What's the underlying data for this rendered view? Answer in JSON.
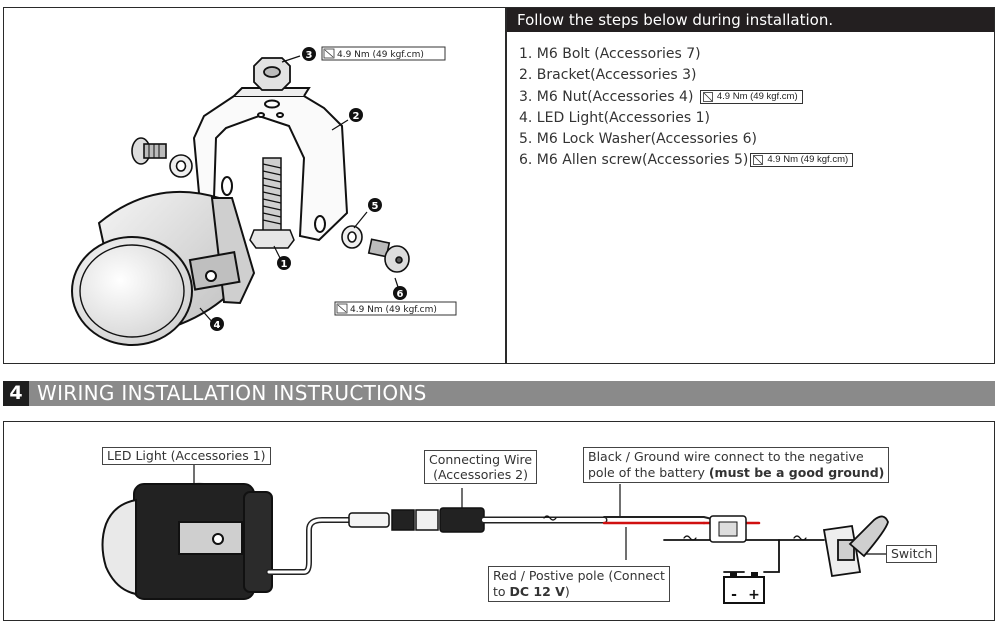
{
  "assembly": {
    "callouts": [
      {
        "num": "1",
        "name": "bolt"
      },
      {
        "num": "2",
        "name": "bracket"
      },
      {
        "num": "3",
        "name": "nut"
      },
      {
        "num": "4",
        "name": "led-light"
      },
      {
        "num": "5",
        "name": "lock-washer"
      },
      {
        "num": "6",
        "name": "allen-screw"
      }
    ],
    "torque_top": "4.9 Nm (49 kgf.cm)",
    "torque_bottom": "4.9 Nm (49 kgf.cm)"
  },
  "steps": {
    "header": "Follow the steps below during installation.",
    "items": [
      {
        "text": "1. M6 Bolt (Accessories 7)",
        "torque": ""
      },
      {
        "text": "2. Bracket(Accessories 3)",
        "torque": ""
      },
      {
        "text": "3. M6 Nut(Accessories 4)",
        "torque": "4.9 Nm (49 kgf.cm)"
      },
      {
        "text": "4. LED Light(Accessories 1)",
        "torque": ""
      },
      {
        "text": "5. M6 Lock Washer(Accessories 6)",
        "torque": ""
      },
      {
        "text": "6. M6 Allen screw(Accessories 5)",
        "torque": "4.9 Nm (49 kgf.cm)"
      }
    ]
  },
  "section": {
    "number": "4",
    "title": "WIRING INSTALLATION INSTRUCTIONS"
  },
  "wiring": {
    "led_label": "LED Light  (Accessories 1)",
    "wire_label_line1": "Connecting Wire",
    "wire_label_line2": "(Accessories 2)",
    "ground_line1": "Black / Ground wire connect to the negative",
    "ground_line2_normal": "pole of the battery ",
    "ground_line2_bold": "(must be a good ground)",
    "red_line1": "Red / Postive pole (Connect",
    "red_line2_normal": "to ",
    "red_line2_bold": "DC 12 V",
    "red_line2_end": ")",
    "switch_label": "Switch",
    "battery_minus": "-",
    "battery_plus": "+"
  },
  "colors": {
    "red_wire": "#d01010",
    "dark": "#231f20",
    "section_bar": "#8a8a8a"
  }
}
